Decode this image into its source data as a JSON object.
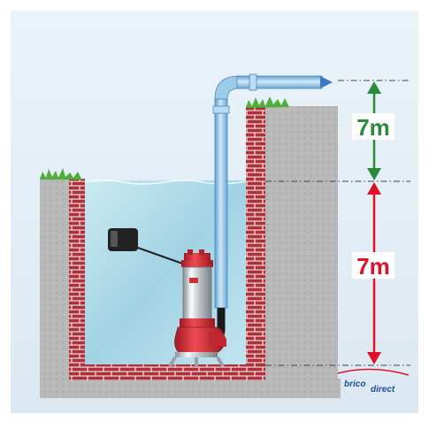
{
  "dimensions": {
    "upper_height_label": "7m",
    "lower_height_label": "7m",
    "upper_color": "#2a8a3c",
    "lower_color": "#e0102a"
  },
  "logo": {
    "part1": "brico",
    "part2": "direct"
  },
  "colors": {
    "brick": "#b0303a",
    "mortar": "#ececec",
    "soil": "#b8b8b8",
    "water": "#a9d7e6",
    "grass": "#4fae3a",
    "pipe": "#93c7ea",
    "pump_body": "#d6303a",
    "float": "#2a2a2a",
    "background": "#e3eef6"
  },
  "icons": {
    "pipe_outlet": "arrow-right-icon",
    "float_switch": "float-switch-icon",
    "pump": "submersible-pump-icon"
  }
}
